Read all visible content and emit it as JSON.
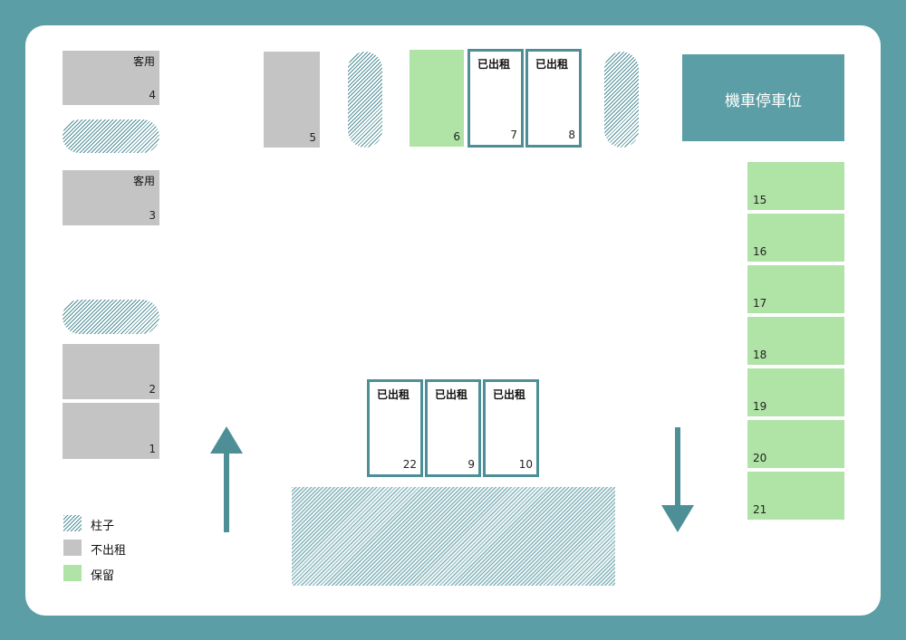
{
  "spaces": {
    "s1": {
      "number": "1"
    },
    "s2": {
      "number": "2"
    },
    "s3": {
      "number": "3",
      "tag": "客用"
    },
    "s4": {
      "number": "4",
      "tag": "客用"
    },
    "s5": {
      "number": "5"
    },
    "s6": {
      "number": "6"
    },
    "s7": {
      "number": "7",
      "tag": "已出租"
    },
    "s8": {
      "number": "8",
      "tag": "已出租"
    },
    "s22": {
      "number": "22",
      "tag": "已出租"
    },
    "s9": {
      "number": "9",
      "tag": "已出租"
    },
    "s10": {
      "number": "10",
      "tag": "已出租"
    },
    "right_column": [
      "15",
      "16",
      "17",
      "18",
      "19",
      "20",
      "21"
    ]
  },
  "motorcycle_area": {
    "label": "機車停車位"
  },
  "legend": {
    "pillar": "柱子",
    "not_for_rent": "不出租",
    "reserved": "保留"
  },
  "colors": {
    "background": "#5b9ea5",
    "not_for_rent": "#c4c4c4",
    "reserved": "#b0e3a6",
    "rented_border": "#4e8f97",
    "pillar_hatch": "#4e8f97"
  }
}
